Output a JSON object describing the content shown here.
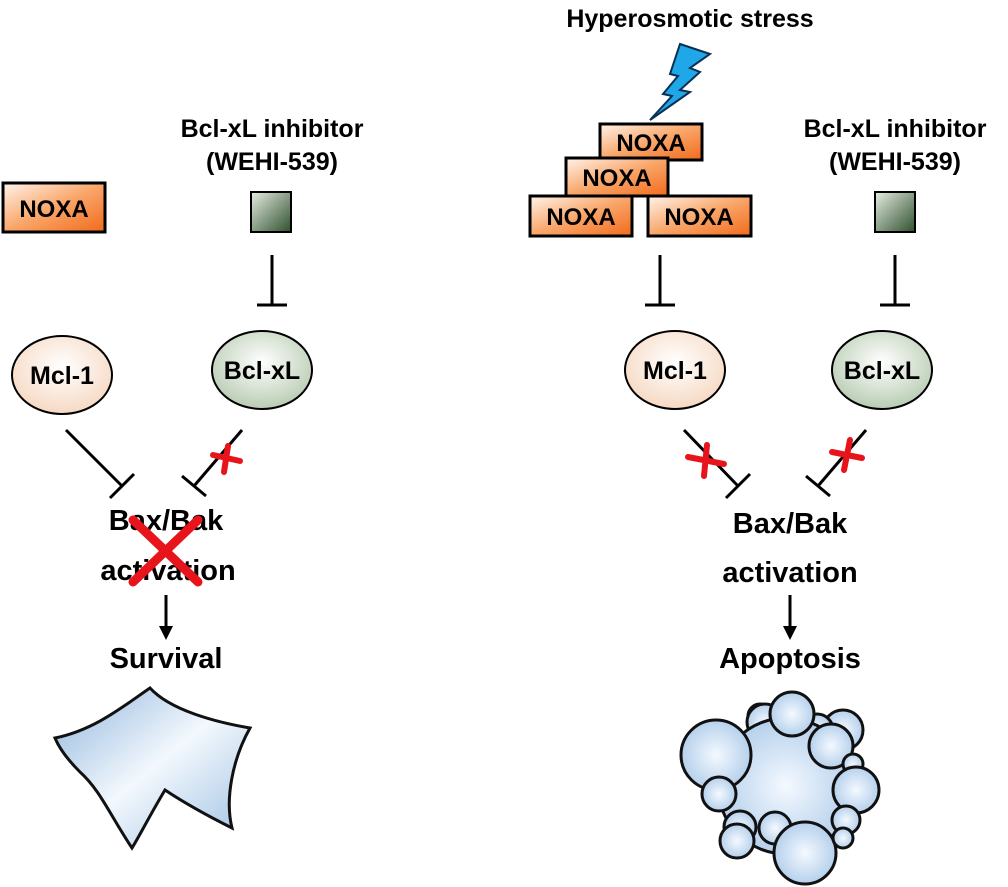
{
  "left_panel": {
    "noxa": "NOXA",
    "inhibitor_line1": "Bcl-xL inhibitor",
    "inhibitor_line2": "(WEHI-539)",
    "mcl1": "Mcl-1",
    "bclxl": "Bcl-xL",
    "bax_line1": "Bax/Bak",
    "bax_line2": "activation",
    "outcome": "Survival"
  },
  "right_panel": {
    "stimulus": "Hyperosmotic stress",
    "noxa": [
      "NOXA",
      "NOXA",
      "NOXA",
      "NOXA"
    ],
    "inhibitor_line1": "Bcl-xL inhibitor",
    "inhibitor_line2": "(WEHI-539)",
    "mcl1": "Mcl-1",
    "bclxl": "Bcl-xL",
    "bax_line1": "Bax/Bak",
    "bax_line2": "activation",
    "outcome": "Apoptosis"
  },
  "colors": {
    "noxa": "#f58a3f",
    "inhibitor": "#4a6a45",
    "block_mark": "#e8141b",
    "lightning": "#1ea8e8",
    "cell": "#b9d3ee"
  }
}
